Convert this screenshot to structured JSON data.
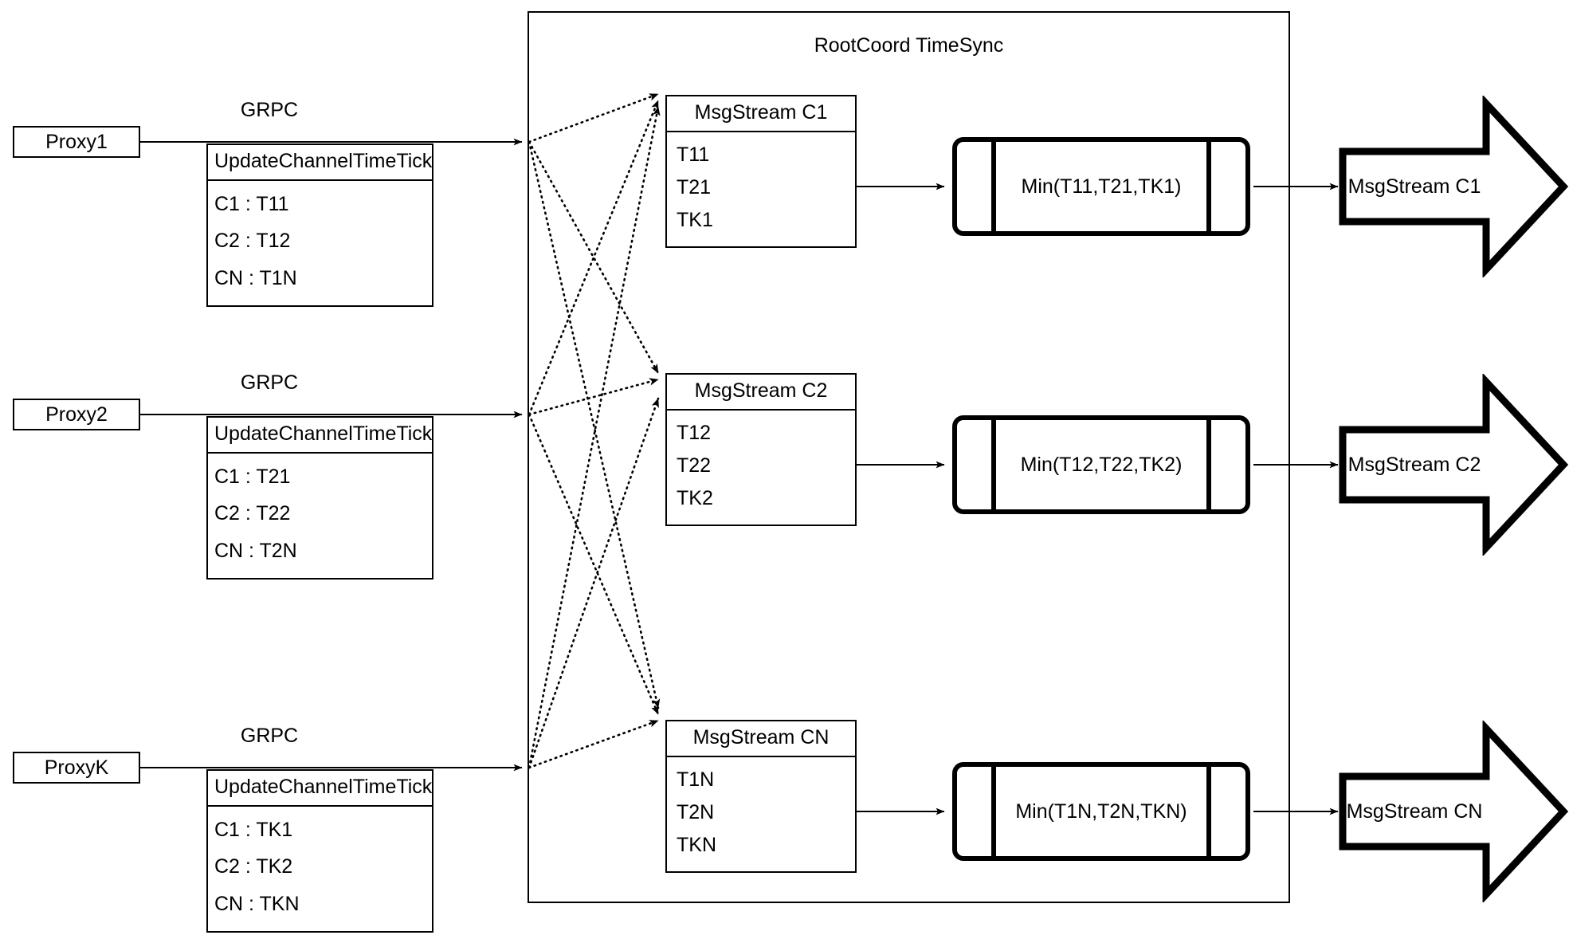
{
  "diagram": {
    "title": "RootCoord TimeSync",
    "colors": {
      "stroke": "#000000",
      "background": "#ffffff"
    }
  },
  "proxies": [
    {
      "name": "Proxy1",
      "link_label": "GRPC",
      "tick_table": {
        "header": "UpdateChannelTimeTick",
        "rows": [
          "C1 :  T11",
          "C2 :  T12",
          "CN : T1N"
        ]
      }
    },
    {
      "name": "Proxy2",
      "link_label": "GRPC",
      "tick_table": {
        "header": "UpdateChannelTimeTick",
        "rows": [
          "C1 :  T21",
          "C2 :  T22",
          "CN : T2N"
        ]
      }
    },
    {
      "name": "ProxyK",
      "link_label": "GRPC",
      "tick_table": {
        "header": "UpdateChannelTimeTick",
        "rows": [
          "C1 :  TK1",
          "C2 :  TK2",
          "CN : TKN"
        ]
      }
    }
  ],
  "channels": [
    {
      "msgstream": {
        "header": "MsgStream C1",
        "rows": [
          "T11",
          "T21",
          "TK1"
        ]
      },
      "process": "Min(T11,T21,TK1)",
      "output": "MsgStream C1"
    },
    {
      "msgstream": {
        "header": "MsgStream C2",
        "rows": [
          "T12",
          "T22",
          "TK2"
        ]
      },
      "process": "Min(T12,T22,TK2)",
      "output": "MsgStream C2"
    },
    {
      "msgstream": {
        "header": "MsgStream CN",
        "rows": [
          "T1N",
          "T2N",
          "TKN"
        ]
      },
      "process": "Min(T1N,T2N,TKN)",
      "output": "MsgStream CN"
    }
  ]
}
